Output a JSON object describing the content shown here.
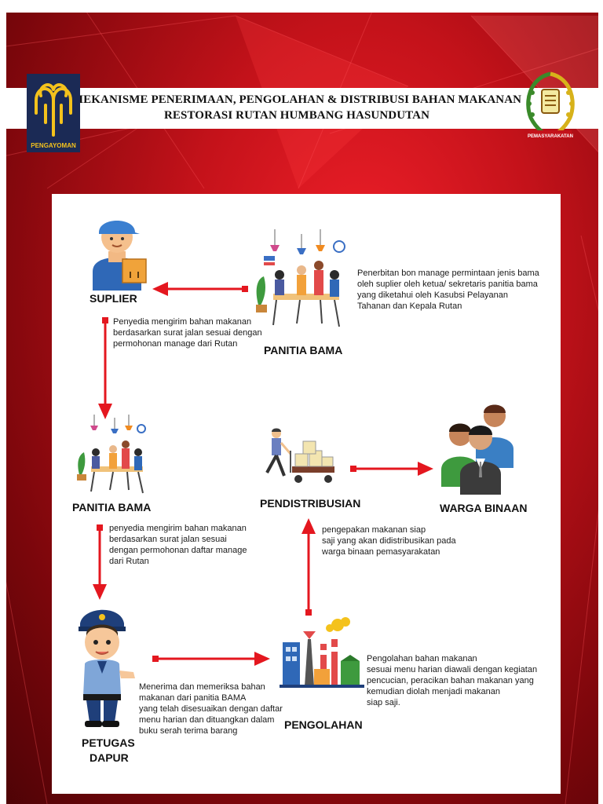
{
  "header": {
    "title_line1": "MEKANISME PENERIMAAN, PENGOLAHAN & DISTRIBUSI BAHAN MAKANAN",
    "title_line2": "RESTORASI RUTAN HUMBANG HASUNDUTAN",
    "logo_left_text": "PENGAYOMAN",
    "logo_right_text": "PEMASYARAKATAN"
  },
  "nodes": {
    "suplier": "SUPLIER",
    "panitia_bama_top": "PANITIA BAMA",
    "panitia_bama_mid": "PANITIA BAMA",
    "pendistribusian": "PENDISTRIBUSIAN",
    "warga_binaan": "WARGA BINAAN",
    "petugas_dapur_1": "PETUGAS",
    "petugas_dapur_2": "DAPUR",
    "pengolahan": "PENGOLAHAN"
  },
  "notes": {
    "penerbitan": [
      "Penerbitan bon manage permintaan jenis bama",
      "oleh suplier oleh ketua/ sekretaris panitia bama",
      "yang diketahui oleh Kasubsi Pelayanan",
      "Tahanan dan Kepala Rutan"
    ],
    "penyedia1": [
      "Penyedia mengirim bahan makanan",
      "berdasarkan surat jalan sesuai dengan",
      "permohonan manage dari Rutan"
    ],
    "penyedia2": [
      "penyedia mengirim bahan makanan",
      "berdasarkan surat jalan sesuai",
      "dengan permohonan daftar manage",
      "dari Rutan"
    ],
    "pengepakan": [
      "pengepakan makanan siap",
      "saji yang akan didistribusikan pada",
      "warga binaan pemasyarakatan"
    ],
    "menerima": [
      "Menerima dan memeriksa bahan",
      "makanan dari panitia BAMA",
      "yang telah disesuaikan dengan daftar",
      "menu harian dan dituangkan dalam",
      "buku serah terima barang"
    ],
    "pengolahan": [
      "Pengolahan bahan makanan",
      "sesuai menu harian diawali dengan kegiatan",
      "pencucian, peracikan bahan makanan yang",
      "kemudian diolah menjadi makanan",
      "siap saji."
    ]
  },
  "colors": {
    "arrow": "#e4171f",
    "background": "#c4121a",
    "logo_navy": "#1b2a55",
    "logo_gold": "#f4c21c"
  }
}
